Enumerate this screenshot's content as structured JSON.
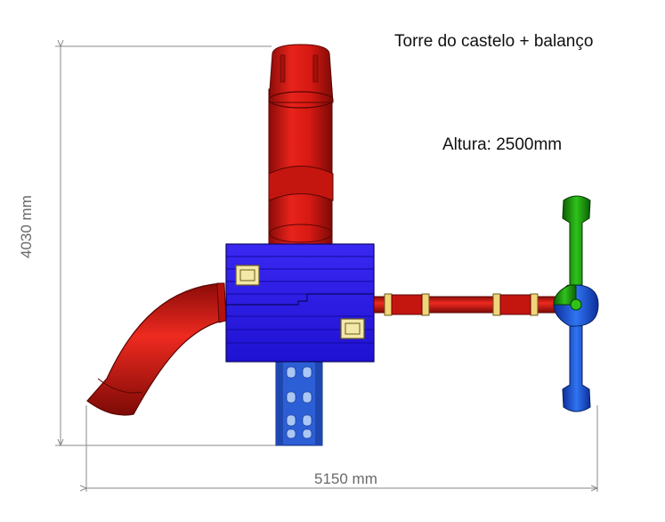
{
  "labels": {
    "title": "Torre do castelo + balanço",
    "height": "Altura: 2500mm",
    "width_dim": "5150 mm",
    "height_dim": "4030 mm"
  },
  "colors": {
    "tower": "#2f1fe8",
    "slide": "#dc1a14",
    "ladder": "#2c5fd6",
    "swing_top": "#1f9a12",
    "swing_bottom": "#1c5ee8",
    "panel": "#f2e8a8",
    "dimension": "#888888"
  }
}
